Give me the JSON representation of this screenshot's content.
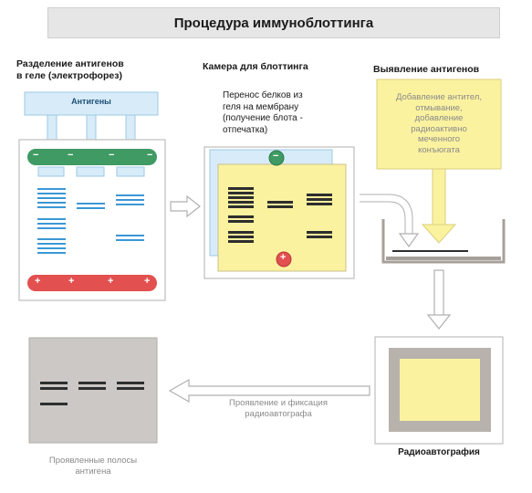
{
  "title": "Процедура иммуноблоттинга",
  "columns": {
    "separation": {
      "heading_line1": "Разделение антигенов",
      "heading_line2": "в геле (электрофорез)",
      "antigens_label": "Антигены",
      "minus_sign": "−",
      "plus_sign": "+"
    },
    "blotting": {
      "heading": "Камера для блоттинга",
      "desc_line1": "Перенос белков из",
      "desc_line2": "геля на мембрану",
      "desc_line3": "(получение блота -",
      "desc_line4": "отпечатка)",
      "minus_sign": "−",
      "plus_sign": "+"
    },
    "detection": {
      "heading": "Выявление антигенов",
      "desc_line1": "Добавление антител,",
      "desc_line2": "отмывание,",
      "desc_line3": "добавление",
      "desc_line4": "радиоактивно",
      "desc_line5": "меченного",
      "desc_line6": "конъюгата"
    }
  },
  "bottom": {
    "autoradiography_label": "Радиоавтография",
    "develop_line1": "Проявление и фиксация",
    "develop_line2": "радиоавтографа",
    "bands_line1": "Проявленные полосы",
    "bands_line2": "антигена"
  },
  "colors": {
    "light_blue": "#d7ecf8",
    "gel_blue": "#3a97d6",
    "green": "#3f9a63",
    "red": "#e2504f",
    "yellow": "#fbf2a0",
    "gray_frame": "#b8b2ac",
    "dark_band": "#2e2e2e"
  }
}
